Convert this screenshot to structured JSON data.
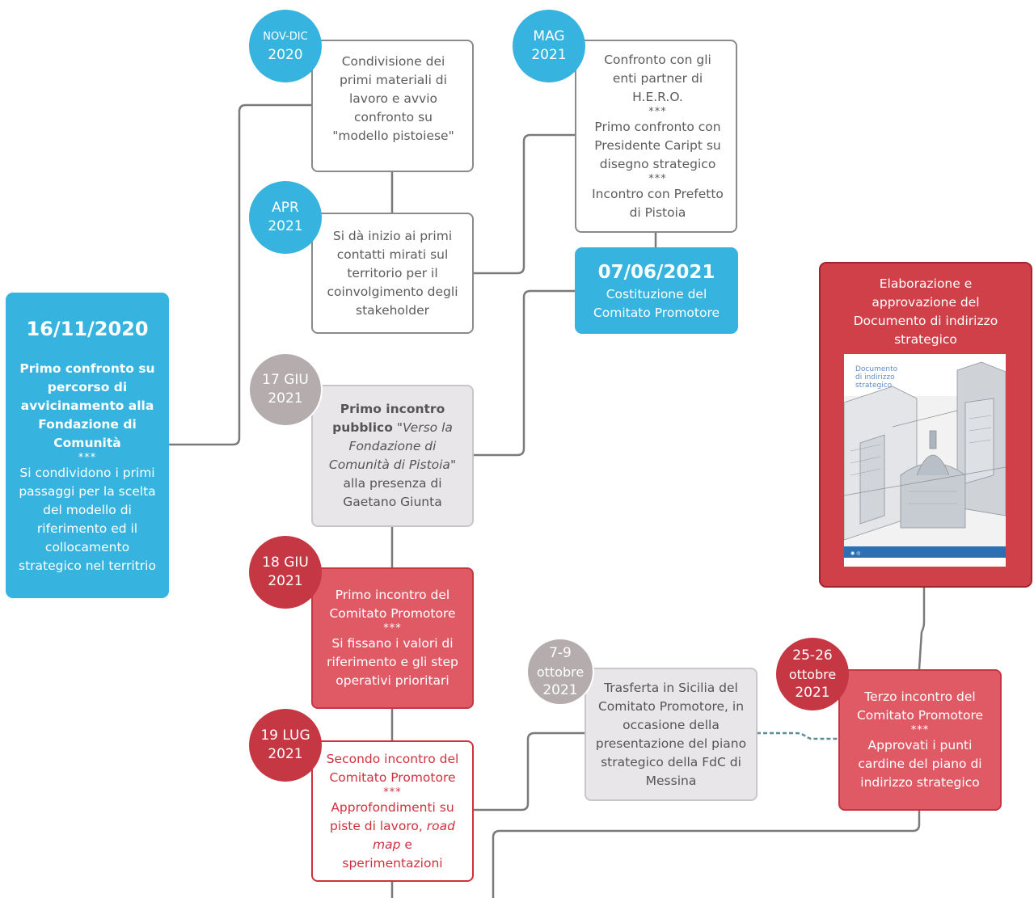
{
  "start_box": {
    "date": "16/11/2020",
    "title": "Primo confronto su percorso di avvicinamento alla Fondazione di Comunità",
    "separator": "***",
    "text": "Si condividono i primi passaggi per la scelta del modello di riferimento ed il collocamento strategico nel territrio"
  },
  "milestones": {
    "nov_dic": {
      "badge_top": "NOV-DIC",
      "badge_bottom": "2020",
      "text": "Condivisione dei primi materiali di lavoro e avvio confronto su \"modello pistoiese\""
    },
    "apr": {
      "badge_top": "APR",
      "badge_bottom": "2021",
      "text": "Si dà inizio ai primi contatti mirati sul territorio per il coinvolgimento degli stakeholder"
    },
    "mag": {
      "badge_top": "MAG",
      "badge_bottom": "2021",
      "text1": "Confronto con gli enti partner di H.E.R.O.",
      "text2": "Primo confronto con Presidente Caript su disegno strategico",
      "text3": "Incontro con Prefetto di Pistoia",
      "separator": "***"
    },
    "giu17": {
      "badge_top": "17 GIU",
      "badge_bottom": "2021",
      "bold": "Primo incontro pubblico",
      "quote_open": "\"",
      "italic": "Verso la Fondazione di Comunità di Pistoia",
      "quote_close": "\"",
      "rest": "alla presenza di Gaetano Giunta"
    },
    "costituzione": {
      "date": "07/06/2021",
      "text": "Costituzione del Comitato Promotore"
    },
    "giu18": {
      "badge_top": "18 GIU",
      "badge_bottom": "2021",
      "title": "Primo incontro del Comitato Promotore",
      "separator": "***",
      "text": "Si fissano i valori di riferimento e gli step operativi prioritari"
    },
    "lug19": {
      "badge_top": "19 LUG",
      "badge_bottom": "2021",
      "title": "Secondo incontro del Comitato Promotore",
      "separator": "***",
      "text_before": "Approfondimenti su piste di lavoro,",
      "italic": "road map",
      "text_after": "e sperimentazioni"
    },
    "ott79": {
      "badge_line1": "7-9",
      "badge_line2": "ottobre",
      "badge_line3": "2021",
      "text": "Trasferta in Sicilia del Comitato Promotore, in occasione della presentazione del piano strategico della FdC di Messina"
    },
    "ott2526": {
      "badge_line1": "25-26",
      "badge_line2": "ottobre",
      "badge_line3": "2021",
      "title": "Terzo incontro del Comitato Promotore",
      "separator": "***",
      "text": "Approvati i punti cardine del piano di indirizzo strategico"
    },
    "documento": {
      "title": "Elaborazione e approvazione del Documento di indirizzo strategico",
      "cover_title": "Documento di indirizzo strategico"
    }
  },
  "colors": {
    "blue": "#36b3de",
    "red": "#c63744",
    "red_light": "#e05a66",
    "grey_box": "#e8e6e9",
    "grey_circle": "#b5adad",
    "line": "#7a7a7a",
    "dashed": "#5f8f96"
  }
}
